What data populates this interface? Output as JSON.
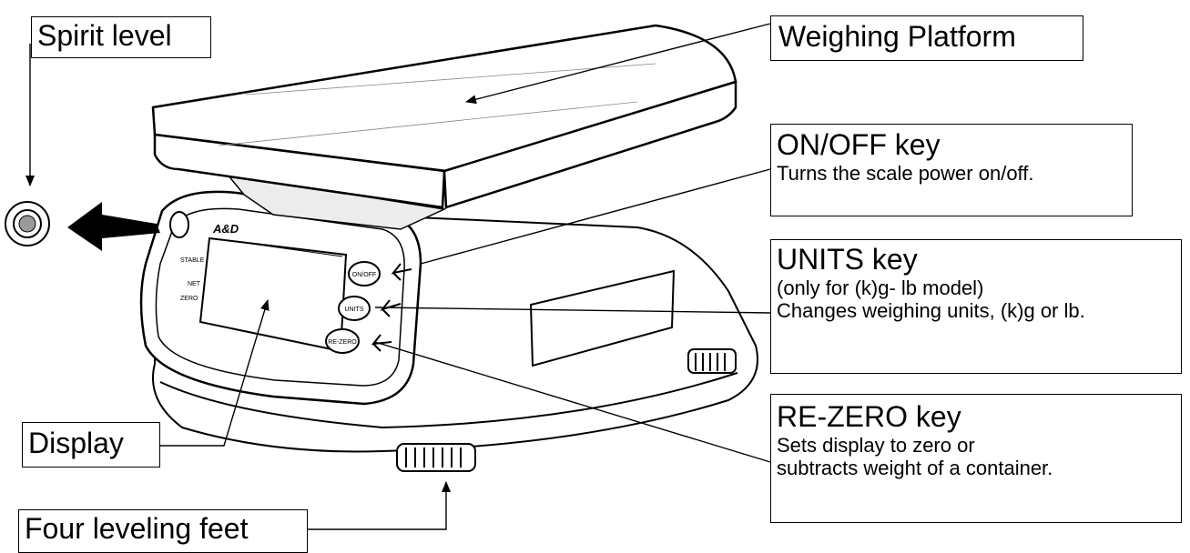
{
  "labels": {
    "spirit_level": "Spirit level",
    "platform": "Weighing Platform",
    "onoff_title": "ON/OFF key",
    "onoff_desc": "Turns the scale power on/off.",
    "units_title": "UNITS key",
    "units_note": "(only for (k)g- lb model)",
    "units_desc": "Changes weighing units, (k)g or lb.",
    "rezero_title": "RE-ZERO key",
    "rezero_desc_1": "Sets display to zero or",
    "rezero_desc_2": "subtracts weight of a container.",
    "display": "Display",
    "feet": "Four leveling feet"
  },
  "panel": {
    "brand": "A&D",
    "stable": "STABLE",
    "net": "NET",
    "zero": "ZERO",
    "btn_onoff": "ON/OFF",
    "btn_units": "UNITS",
    "btn_rezero": "RE-ZERO"
  },
  "colors": {
    "line": "#000000",
    "body_fill": "#ffffff",
    "shade": "#e8e8e8"
  }
}
